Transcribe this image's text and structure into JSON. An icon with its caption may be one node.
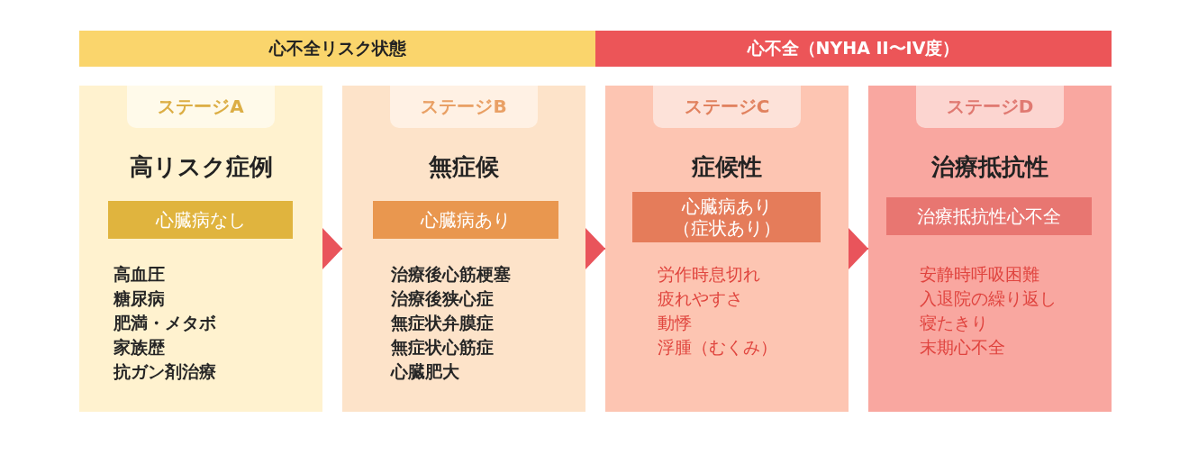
{
  "diagram": {
    "nodes": [
      {
        "text": [
          "心不全リスク状態"
        ]
      },
      {
        "text": [
          "心不全（NYHA II〜IV度）"
        ]
      },
      {
        "text": [
          "高リスク症例",
          "高血圧",
          "糖尿病",
          "肥満・メタボ",
          "家族歴",
          "抗ガン剤治療"
        ]
      },
      {
        "text": [
          "ステージA"
        ],
        "in": 2
      },
      {
        "text": [
          "心臓病なし"
        ],
        "in": 2
      },
      {
        "text": [
          "無症候",
          "治療後心筋梗塞",
          "治療後狭心症",
          "無症状弁膜症",
          "無症状心筋症",
          "心臓肥大"
        ]
      },
      {
        "text": [
          "ステージB"
        ],
        "in": 5
      },
      {
        "text": [
          "心臓病あり"
        ],
        "in": 5
      },
      {
        "text": [
          "症候性",
          "労作時息切れ",
          "疲れやすさ",
          "動悸",
          "浮腫（むくみ）"
        ]
      },
      {
        "text": [
          "ステージC"
        ],
        "in": 8
      },
      {
        "text": [
          "心臓病あり",
          "（症状あり）"
        ],
        "in": 8
      },
      {
        "text": [
          "治療抵抗性",
          "安静時呼吸困難",
          "入退院の繰り返し",
          "寝たきり",
          "末期心不全"
        ]
      },
      {
        "text": [
          "ステージD"
        ],
        "in": 11
      },
      {
        "text": [
          "治療抵抗性心不全"
        ],
        "in": 11
      }
    ],
    "edges": [
      {
        "from": 2,
        "to": 5,
        "arrow": "to"
      },
      {
        "from": 5,
        "to": 8,
        "arrow": "to"
      },
      {
        "from": 8,
        "to": 11,
        "arrow": "to"
      }
    ]
  }
}
